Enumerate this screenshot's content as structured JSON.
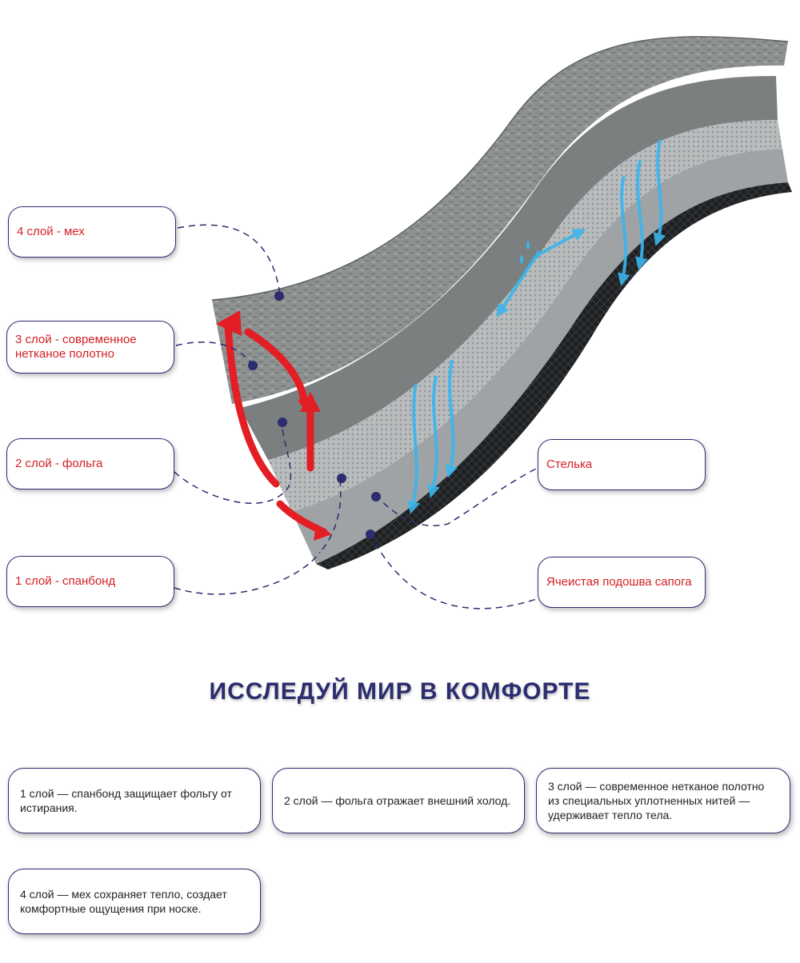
{
  "colors": {
    "accent_red": "#d42026",
    "navy": "#2b2d6e",
    "arrow_blue": "#39b6ee"
  },
  "icons": [
    "layer-stack-illustration",
    "heat-reflect-arrow",
    "cold-air-arrow",
    "water-drop-icon",
    "connector-dot"
  ],
  "labels": {
    "layer4": "4 слой - мех",
    "layer3": "3 слой - современное нетканое полотно",
    "layer2": "2 слой - фольга",
    "layer1": "1 слой - спанбонд",
    "insole": "Стелька",
    "sole": "Ячеистая подошва сапога"
  },
  "heading": "ИССЛЕДУЙ МИР В КОМФОРТЕ",
  "descriptions": [
    "1 слой — спанбонд защищает фольгу от истирания.",
    "2 слой — фольга отражает внешний холод.",
    "3 слой — современное нетканое полотно из специальных уплотненных нитей — удерживает тепло тела.",
    "4 слой — мех сохраняет тепло, создает комфортные ощущения при носке."
  ]
}
